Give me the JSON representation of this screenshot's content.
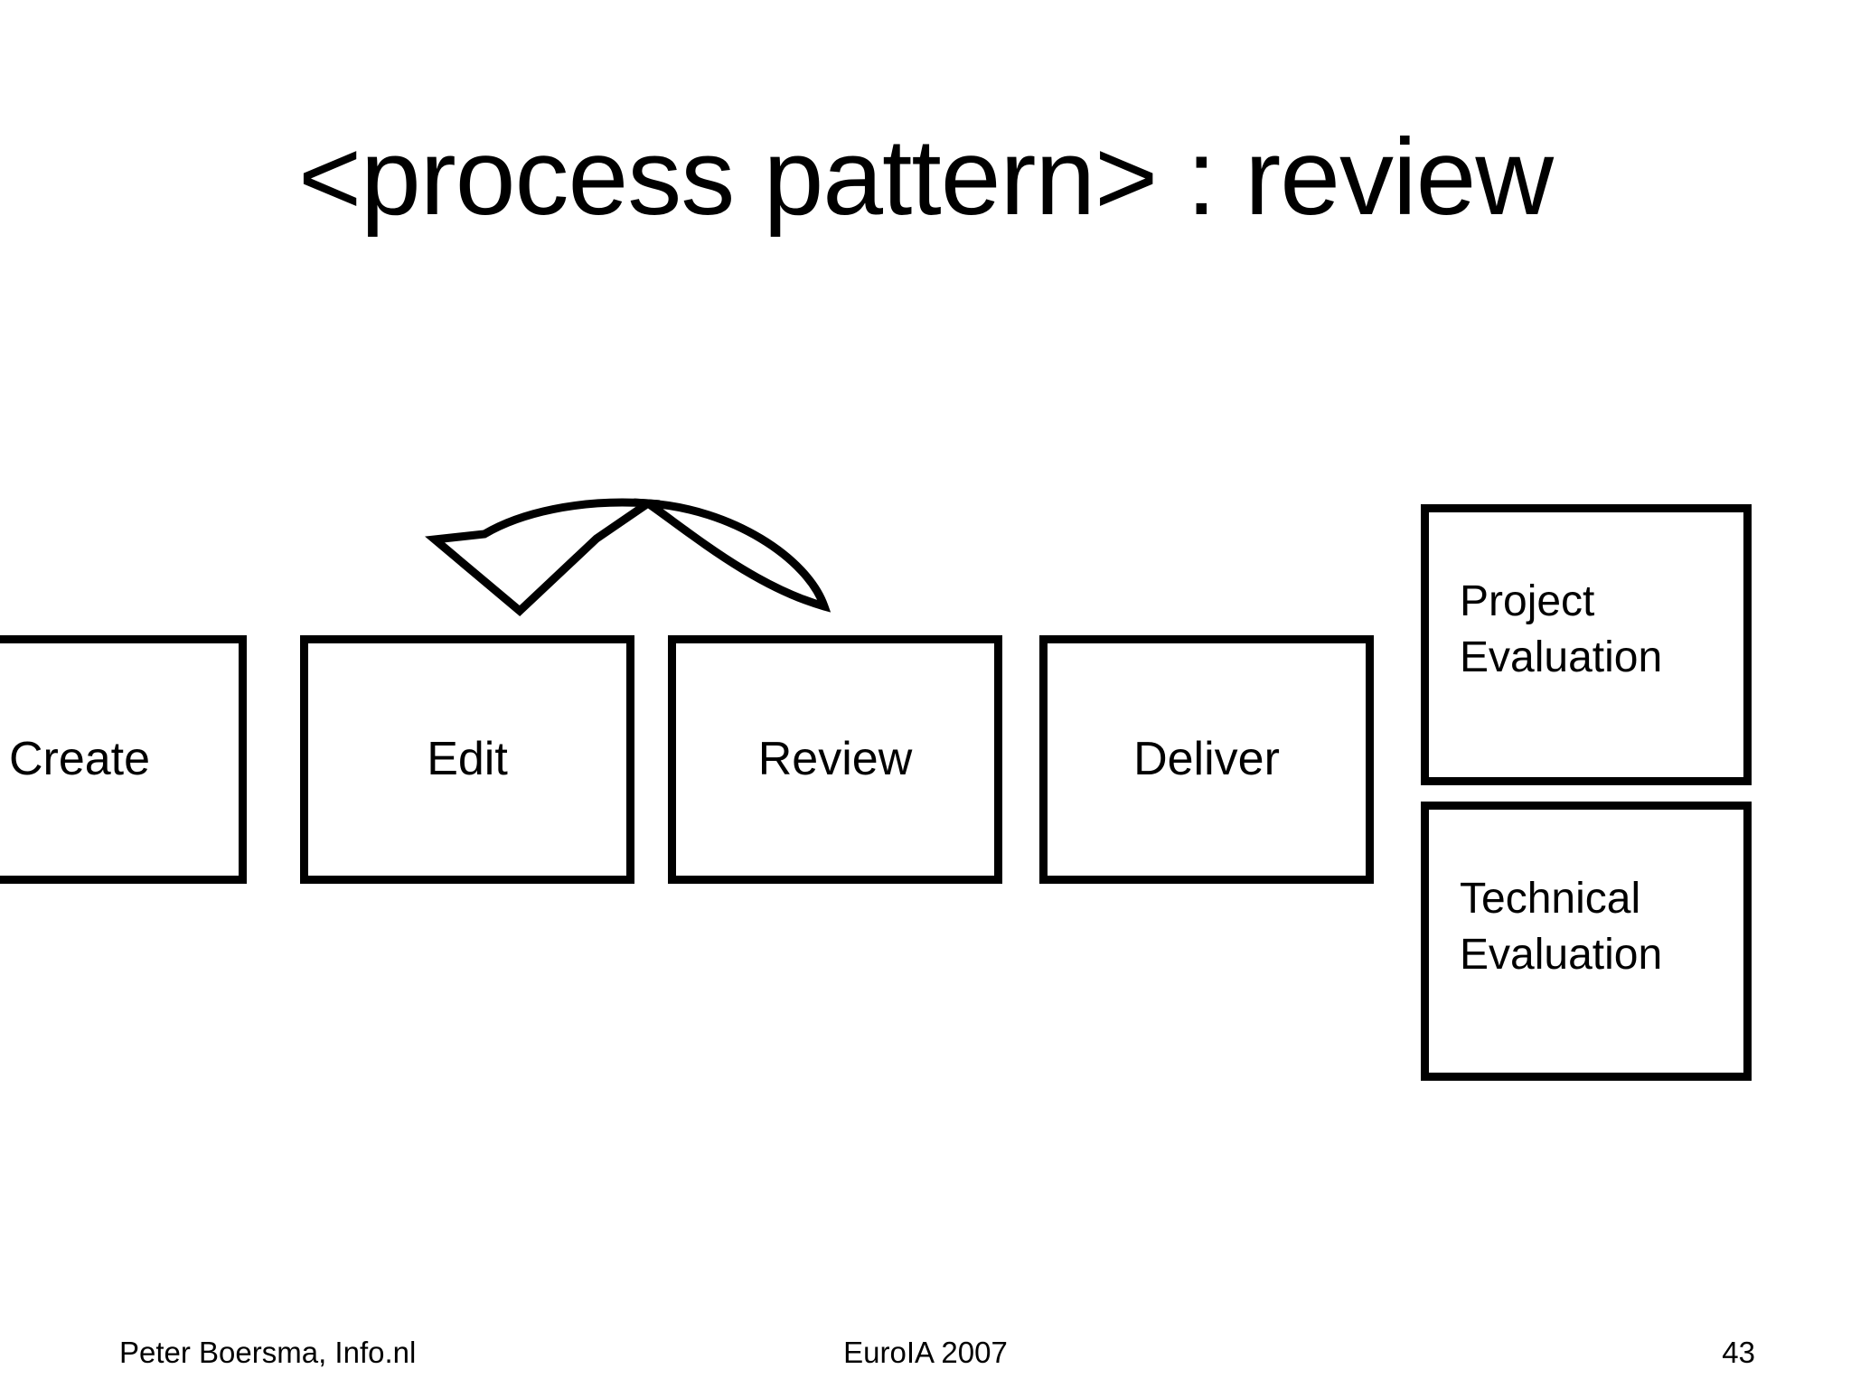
{
  "title": {
    "text": "<process pattern> : review"
  },
  "diagram": {
    "process": [
      {
        "id": "create",
        "label": "Create"
      },
      {
        "id": "edit",
        "label": "Edit"
      },
      {
        "id": "review",
        "label": "Review"
      },
      {
        "id": "deliver",
        "label": "Deliver"
      }
    ],
    "evaluations": [
      {
        "id": "project",
        "label": "Project\nEvaluation"
      },
      {
        "id": "technical",
        "label": "Technical\nEvaluation"
      }
    ],
    "arrow_label": "curved loop arrow from Review back to Edit"
  },
  "footer": {
    "author": "Peter Boersma, Info.nl",
    "event": "EuroIA 2007",
    "page": "43"
  },
  "colors": {
    "background": "#ffffff",
    "ink": "#000000"
  }
}
